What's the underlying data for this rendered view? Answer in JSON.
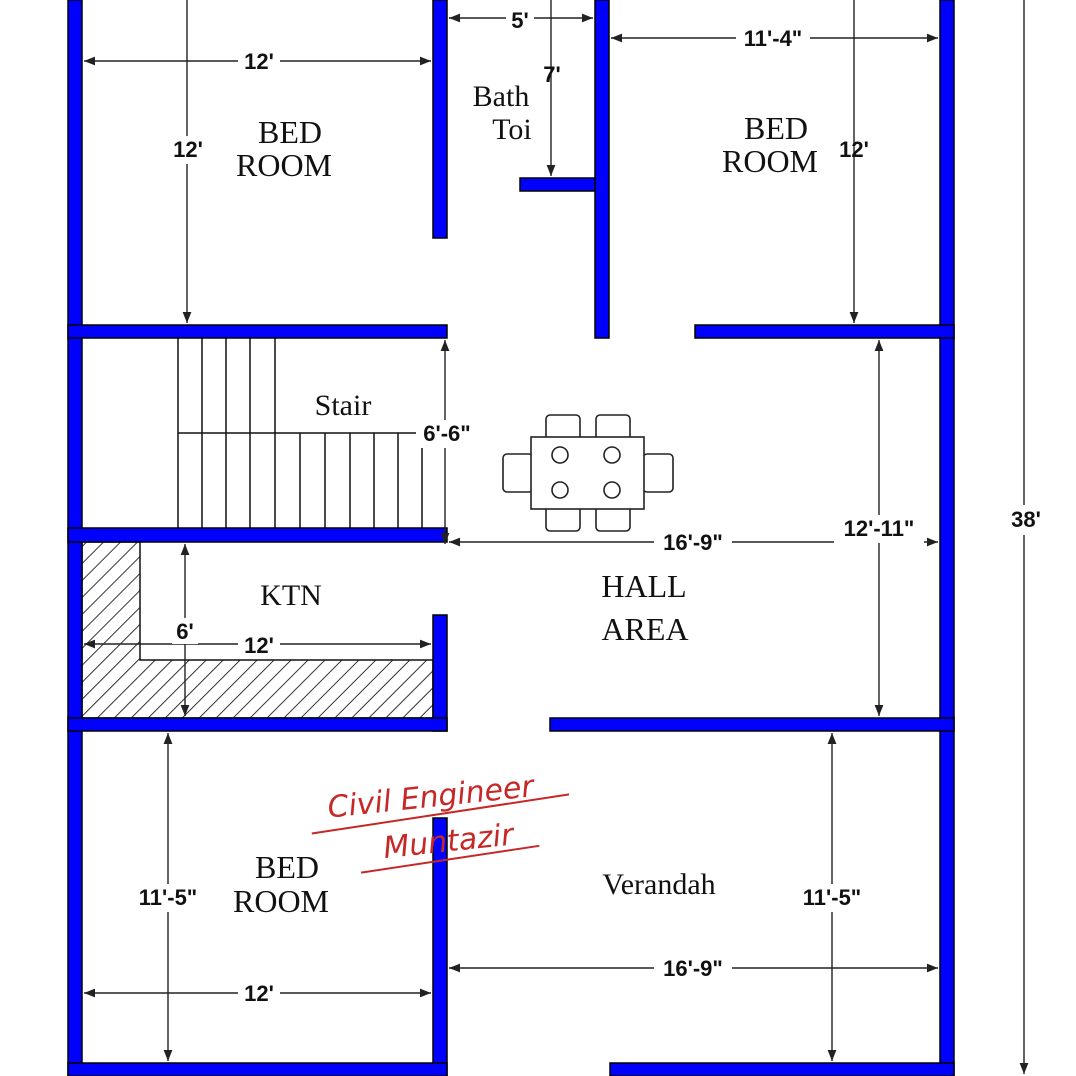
{
  "rooms": {
    "bed_top_left": [
      "BED",
      "ROOM"
    ],
    "bath": [
      "Bath",
      "Toi"
    ],
    "bed_top_right": [
      "BED",
      "ROOM"
    ],
    "stair": "Stair",
    "ktn": "KTN",
    "hall": [
      "HALL",
      "AREA"
    ],
    "bed_bottom_left": [
      "BED",
      "ROOM"
    ],
    "verandah": "Verandah"
  },
  "dimensions": {
    "bed_tl_width": "12'",
    "bed_tl_height": "12'",
    "bath_width": "5'",
    "bath_height": "7'",
    "bed_tr_width": "11'-4\"",
    "bed_tr_height": "12'",
    "stair_height": "6'-6\"",
    "hall_width": "16'-9\"",
    "hall_height": "12'-11\"",
    "ktn_height": "6'",
    "ktn_width": "12'",
    "total_height": "38'",
    "bed_bl_height": "11'-5\"",
    "bed_bl_width": "12'",
    "verandah_width": "16'-9\"",
    "verandah_height": "11'-5\""
  },
  "watermark": {
    "line1": "Civil Engineer",
    "line2": "Muntazir"
  },
  "colors": {
    "wall": "#0000ff",
    "watermark": "#c62828"
  }
}
